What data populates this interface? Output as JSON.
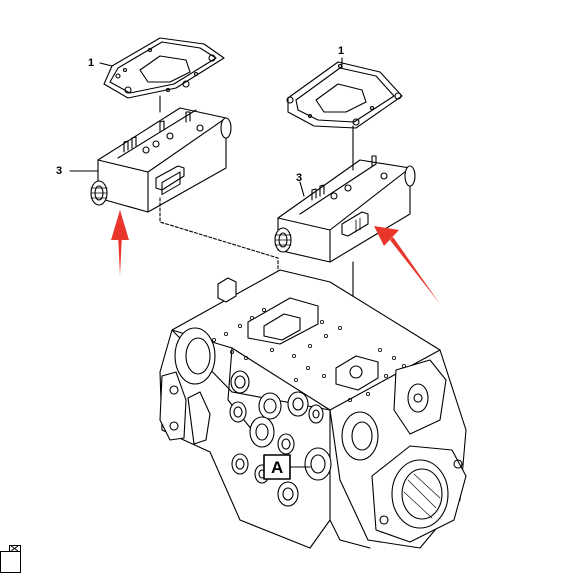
{
  "callouts": {
    "gasket_left": "1",
    "gasket_right": "1",
    "valve_left": "3",
    "valve_right": "3",
    "port": "A"
  },
  "colors": {
    "line": "#000000",
    "arrow": "#e8372a",
    "background": "#ffffff"
  },
  "icons": {
    "corner_widget": "restore-window-icon"
  }
}
